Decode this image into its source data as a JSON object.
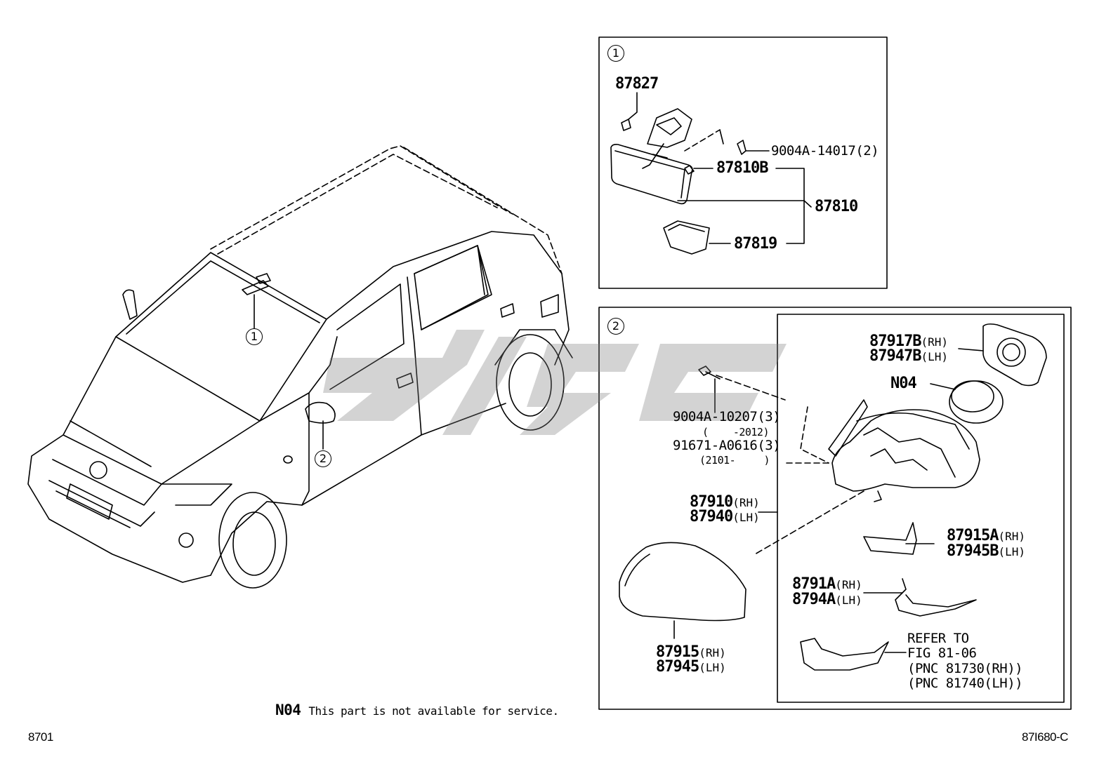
{
  "figure_code": "87I680-C",
  "page_number": "8701",
  "callouts": {
    "one": "1",
    "two": "2"
  },
  "note": {
    "code": "N04",
    "text": "This part is not available for service."
  },
  "panel1": {
    "items": [
      {
        "num": "87827",
        "suffix": ""
      },
      {
        "num": "9004A-14017",
        "suffix": "(2)"
      },
      {
        "num": "87810B",
        "suffix": ""
      },
      {
        "num": "87810",
        "suffix": ""
      },
      {
        "num": "87819",
        "suffix": ""
      }
    ]
  },
  "panel2": {
    "items": [
      {
        "num": "87917B",
        "suffix": "(RH)"
      },
      {
        "num": "87947B",
        "suffix": "(LH)"
      },
      {
        "num": "N04",
        "suffix": ""
      },
      {
        "num": "9004A-10207",
        "suffix": "(3)"
      },
      {
        "num": "(",
        "suffix": "-2012)"
      },
      {
        "num": "91671-A0616",
        "suffix": "(3)"
      },
      {
        "num": "(2101-",
        "suffix": ")"
      },
      {
        "num": "87910",
        "suffix": "(RH)"
      },
      {
        "num": "87940",
        "suffix": "(LH)"
      },
      {
        "num": "87915A",
        "suffix": "(RH)"
      },
      {
        "num": "87945B",
        "suffix": "(LH)"
      },
      {
        "num": "8791A",
        "suffix": "(RH)"
      },
      {
        "num": "8794A",
        "suffix": "(LH)"
      },
      {
        "num": "87915",
        "suffix": "(RH)"
      },
      {
        "num": "87945",
        "suffix": "(LH)"
      }
    ],
    "refer": [
      "REFER TO",
      "FIG 81-06",
      "(PNC 81730(RH))",
      "(PNC 81740(LH))"
    ]
  }
}
